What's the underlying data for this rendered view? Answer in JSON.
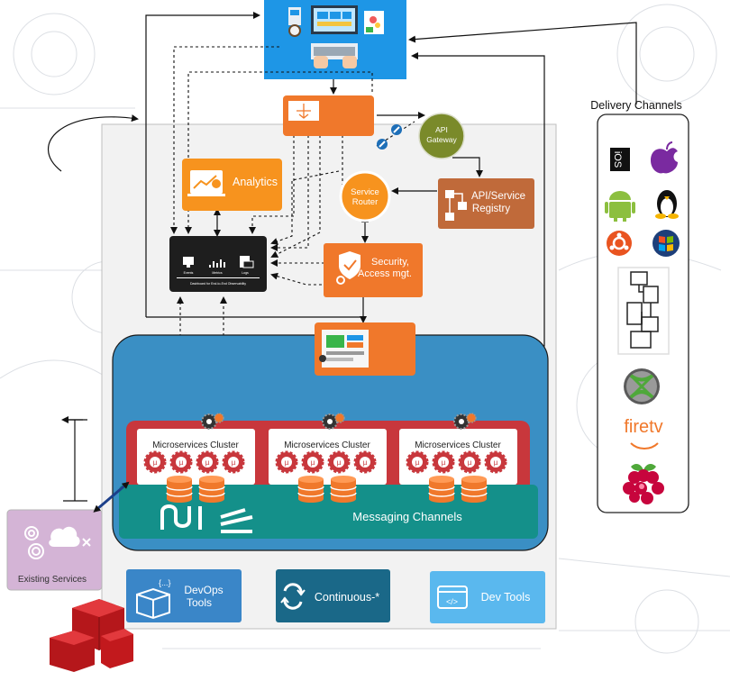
{
  "delivery_channels": {
    "title": "Delivery Channels",
    "platforms": [
      "ios-icon",
      "apple-icon",
      "android-icon",
      "linux-icon",
      "ubuntu-icon",
      "windows-icon",
      "xbox-icon",
      "firetv-icon",
      "raspberry-pi-icon"
    ],
    "firetv_label": "firetv"
  },
  "gateway": {
    "label": "API Gateway",
    "line1": "API",
    "line2": "Gateway"
  },
  "analytics": {
    "label": "Analytics"
  },
  "observability": {
    "label1": "Events",
    "label2": "Metrics",
    "label3": "Logs",
    "caption": "Dashboard for End-to-End Observability"
  },
  "service_router": {
    "line1": "Service",
    "line2": "Router"
  },
  "registry": {
    "line1": "API/Service",
    "line2": "Registry"
  },
  "security": {
    "line1": "Security,",
    "line2": "Access mgt."
  },
  "clusters": [
    {
      "label": "Microservices Cluster"
    },
    {
      "label": "Microservices Cluster"
    },
    {
      "label": "Microservices Cluster"
    }
  ],
  "messaging": {
    "label": "Messaging Channels"
  },
  "existing": {
    "label": "Existing Services"
  },
  "devops": {
    "line1": "DevOps",
    "line2": "Tools"
  },
  "continuous": {
    "label": "Continuous-*"
  },
  "devtools": {
    "label": "Dev Tools"
  },
  "colors": {
    "orange": "#f0782b",
    "blue_top": "#1e96e6",
    "olive": "#7a8a2a",
    "brown": "#c06a3a",
    "black": "#1e1e1e",
    "deep_blue": "#3a8fc4",
    "red": "#c8373c",
    "teal": "#14908a",
    "lilac": "#d4b4d6",
    "devops_blue": "#3a86c8",
    "continuous_teal": "#1a6888",
    "devtools_blue": "#5ab8ee"
  }
}
